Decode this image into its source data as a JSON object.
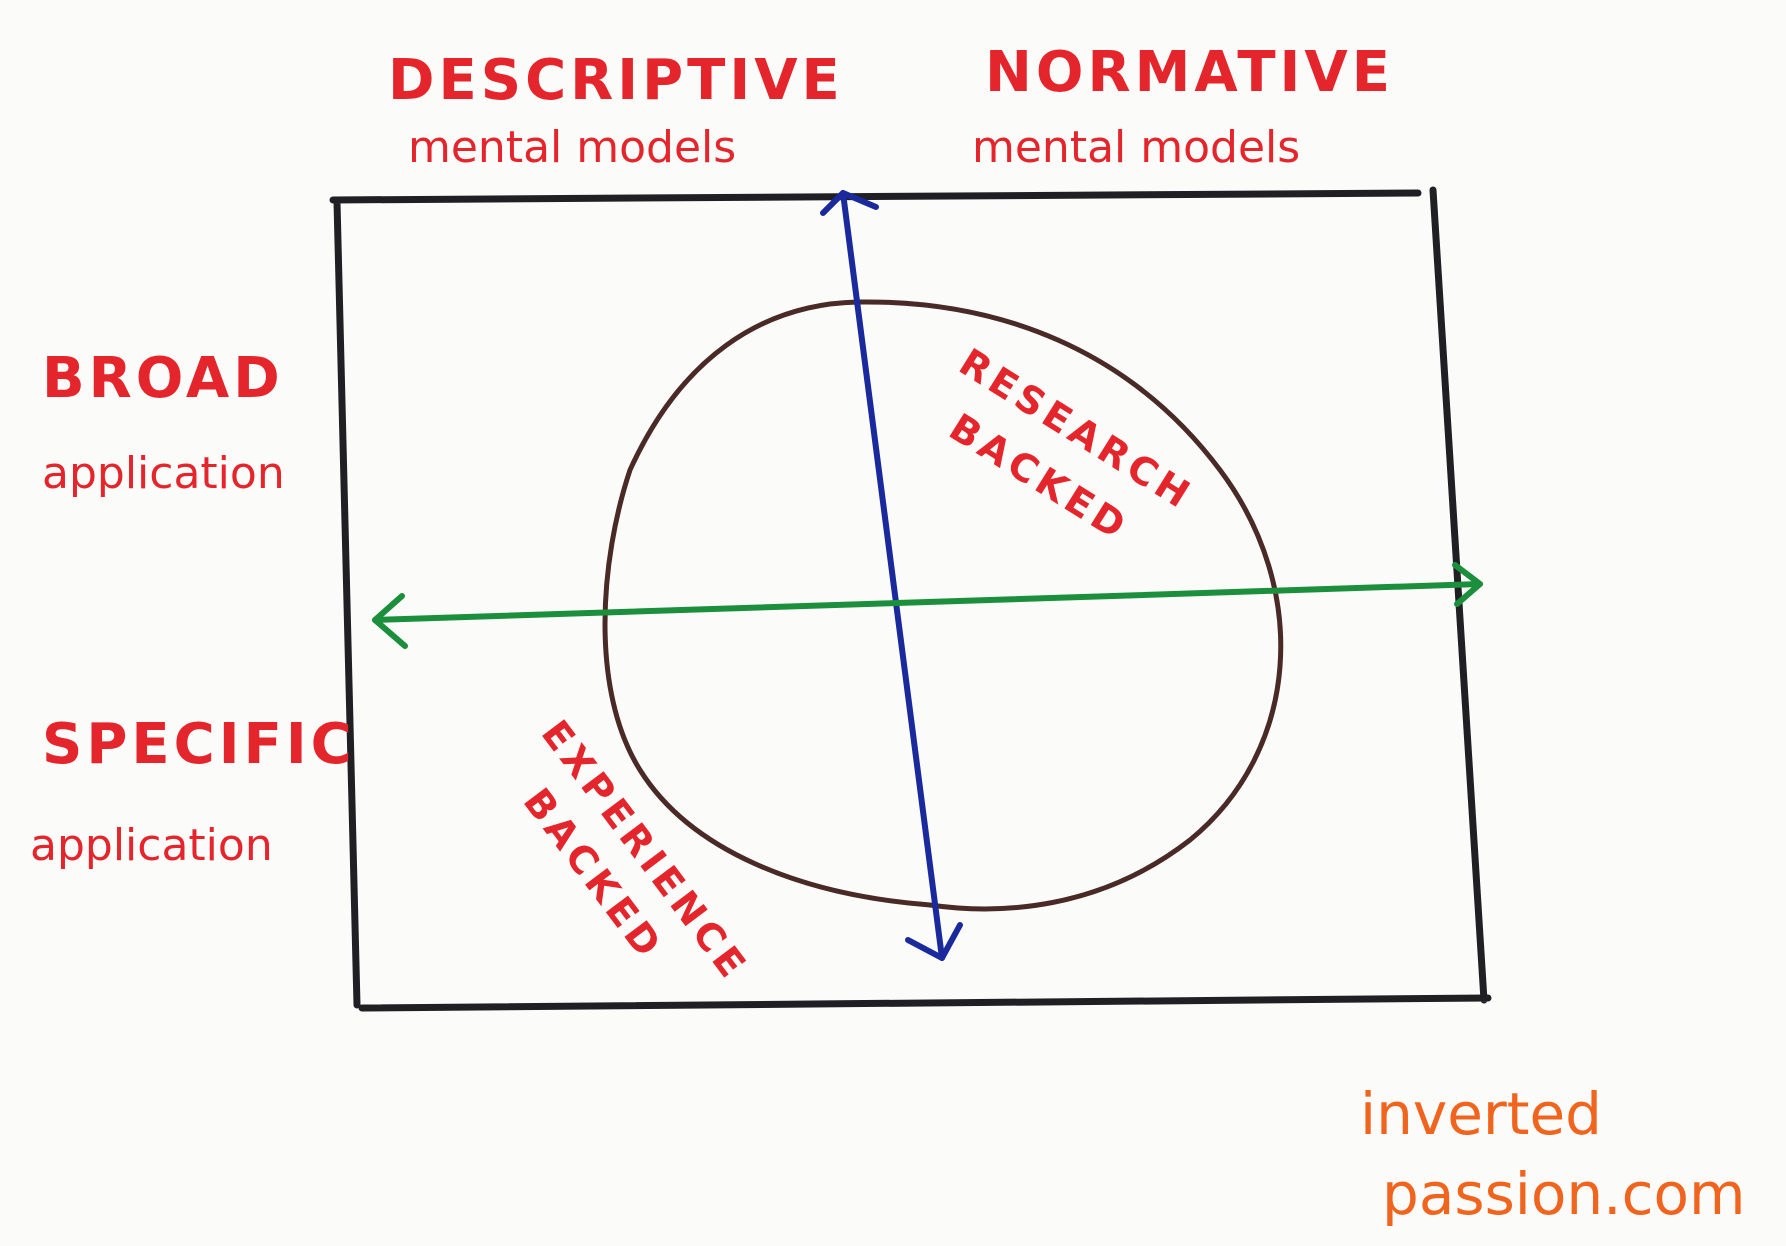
{
  "columns": {
    "left": {
      "title": "DESCRIPTIVE",
      "subtitle": "mental models"
    },
    "right": {
      "title": "NORMATIVE",
      "subtitle": "mental models"
    }
  },
  "rows": {
    "top": {
      "title": "BROAD",
      "subtitle": "application"
    },
    "bottom": {
      "title": "SPECIFIC",
      "subtitle": "application"
    }
  },
  "circle_labels": {
    "research": [
      "RESEARCH",
      "BACKED"
    ],
    "experience": [
      "EXPERIENCE",
      "BACKED"
    ]
  },
  "watermark": {
    "line1": "inverted",
    "line2": "passion.com"
  },
  "colors": {
    "label": "#e4262c",
    "frame": "#202024",
    "vertical_arrow": "#1a2a9c",
    "horizontal_arrow": "#1c8f3c",
    "circle": "#4a2a26",
    "watermark": "#f0641e"
  }
}
